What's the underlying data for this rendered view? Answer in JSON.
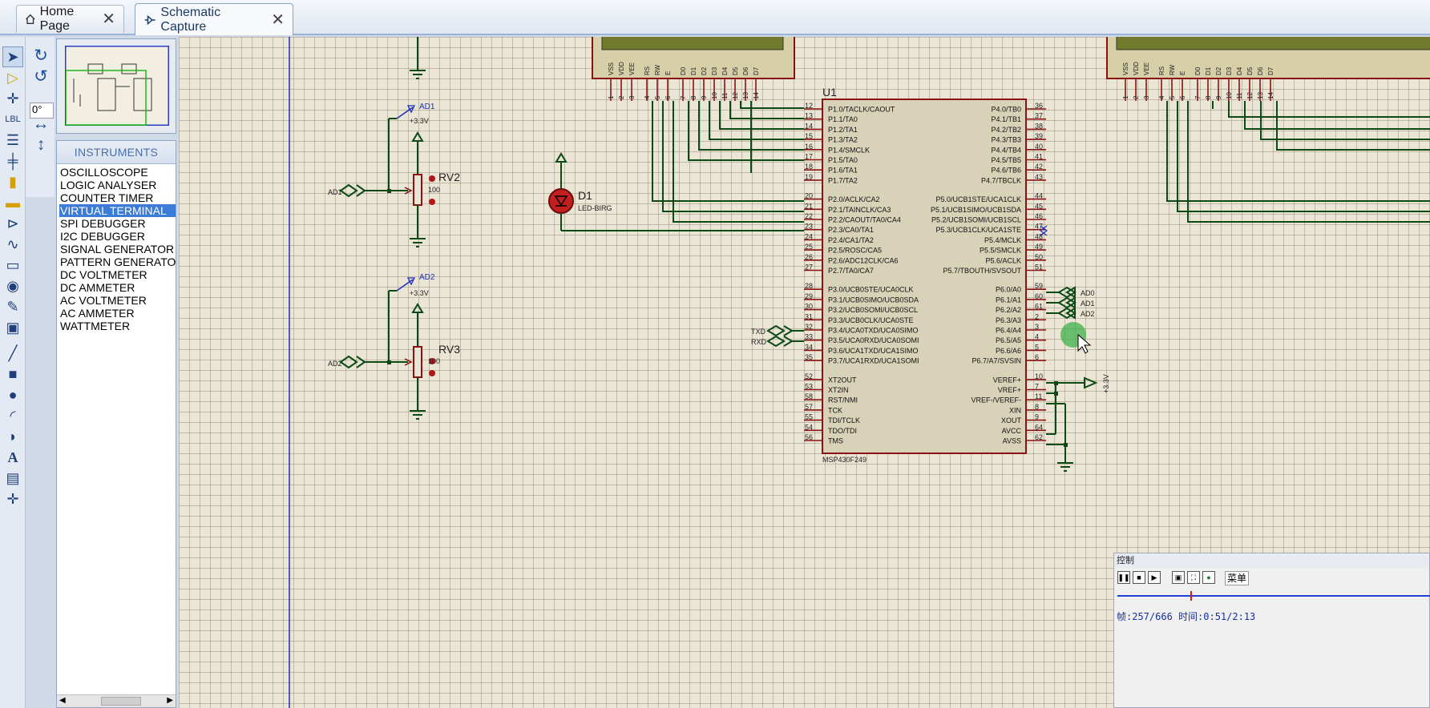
{
  "tabs": [
    {
      "label": "Home Page",
      "icon": "home-icon",
      "active": false
    },
    {
      "label": "Schematic Capture",
      "icon": "schematic-icon",
      "active": true
    }
  ],
  "toolbar": {
    "angle_value": "0°"
  },
  "instruments_panel": {
    "title": "INSTRUMENTS",
    "items": [
      "OSCILLOSCOPE",
      "LOGIC ANALYSER",
      "COUNTER TIMER",
      "VIRTUAL TERMINAL",
      "SPI DEBUGGER",
      "I2C DEBUGGER",
      "SIGNAL GENERATOR",
      "PATTERN GENERATO",
      "DC VOLTMETER",
      "DC AMMETER",
      "AC VOLTMETER",
      "AC AMMETER",
      "WATTMETER"
    ],
    "selected": "VIRTUAL TERMINAL"
  },
  "schematic": {
    "rv2": {
      "name": "RV2",
      "value": "100",
      "terminal": "AD1",
      "probe": "AD1",
      "supply": "+3.3V"
    },
    "rv3": {
      "name": "RV3",
      "value": "100",
      "terminal": "AD2",
      "probe": "AD2",
      "supply": "+3.3V"
    },
    "d1": {
      "name": "D1",
      "part": "LED-BIRG"
    },
    "u1": {
      "ref": "U1",
      "part": "MSP430F249",
      "left_pins": [
        {
          "num": "12",
          "name": "P1.0/TACLK/CAOUT"
        },
        {
          "num": "13",
          "name": "P1.1/TA0"
        },
        {
          "num": "14",
          "name": "P1.2/TA1"
        },
        {
          "num": "15",
          "name": "P1.3/TA2"
        },
        {
          "num": "16",
          "name": "P1.4/SMCLK"
        },
        {
          "num": "17",
          "name": "P1.5/TA0"
        },
        {
          "num": "18",
          "name": "P1.6/TA1"
        },
        {
          "num": "19",
          "name": "P1.7/TA2"
        },
        {
          "num": "20",
          "name": "P2.0/ACLK/CA2"
        },
        {
          "num": "21",
          "name": "P2.1/TAINCLK/CA3"
        },
        {
          "num": "22",
          "name": "P2.2/CAOUT/TA0/CA4"
        },
        {
          "num": "23",
          "name": "P2.3/CA0/TA1"
        },
        {
          "num": "24",
          "name": "P2.4/CA1/TA2"
        },
        {
          "num": "25",
          "name": "P2.5/ROSC/CA5"
        },
        {
          "num": "26",
          "name": "P2.6/ADC12CLK/CA6"
        },
        {
          "num": "27",
          "name": "P2.7/TA0/CA7"
        },
        {
          "num": "28",
          "name": "P3.0/UCB0STE/UCA0CLK"
        },
        {
          "num": "29",
          "name": "P3.1/UCB0SIMO/UCB0SDA"
        },
        {
          "num": "30",
          "name": "P3.2/UCB0SOMI/UCB0SCL"
        },
        {
          "num": "31",
          "name": "P3.3/UCB0CLK/UCA0STE"
        },
        {
          "num": "32",
          "name": "P3.4/UCA0TXD/UCA0SIMO"
        },
        {
          "num": "33",
          "name": "P3.5/UCA0RXD/UCA0SOMI"
        },
        {
          "num": "34",
          "name": "P3.6/UCA1TXD/UCA1SIMO"
        },
        {
          "num": "35",
          "name": "P3.7/UCA1RXD/UCA1SOMI"
        },
        {
          "num": "52",
          "name": "XT2OUT"
        },
        {
          "num": "53",
          "name": "XT2IN"
        },
        {
          "num": "58",
          "name": "RST/NMI"
        },
        {
          "num": "57",
          "name": "TCK"
        },
        {
          "num": "55",
          "name": "TDI/TCLK"
        },
        {
          "num": "54",
          "name": "TDO/TDI"
        },
        {
          "num": "56",
          "name": "TMS"
        }
      ],
      "right_pins": [
        {
          "num": "36",
          "name": "P4.0/TB0"
        },
        {
          "num": "37",
          "name": "P4.1/TB1"
        },
        {
          "num": "38",
          "name": "P4.2/TB2"
        },
        {
          "num": "39",
          "name": "P4.3/TB3"
        },
        {
          "num": "40",
          "name": "P4.4/TB4"
        },
        {
          "num": "41",
          "name": "P4.5/TB5"
        },
        {
          "num": "42",
          "name": "P4.6/TB6"
        },
        {
          "num": "43",
          "name": "P4.7/TBCLK"
        },
        {
          "num": "44",
          "name": "P5.0/UCB1STE/UCA1CLK"
        },
        {
          "num": "45",
          "name": "P5.1/UCB1SIMO/UCB1SDA"
        },
        {
          "num": "46",
          "name": "P5.2/UCB1SOMI/UCB1SCL"
        },
        {
          "num": "47",
          "name": "P5.3/UCB1CLK/UCA1STE"
        },
        {
          "num": "48",
          "name": "P5.4/MCLK"
        },
        {
          "num": "49",
          "name": "P5.5/SMCLK"
        },
        {
          "num": "50",
          "name": "P5.6/ACLK"
        },
        {
          "num": "51",
          "name": "P5.7/TBOUTH/SVSOUT"
        },
        {
          "num": "59",
          "name": "P6.0/A0"
        },
        {
          "num": "60",
          "name": "P6.1/A1"
        },
        {
          "num": "61",
          "name": "P6.2/A2"
        },
        {
          "num": "2",
          "name": "P6.3/A3"
        },
        {
          "num": "3",
          "name": "P6.4/A4"
        },
        {
          "num": "4",
          "name": "P6.5/A5"
        },
        {
          "num": "5",
          "name": "P6.6/A6"
        },
        {
          "num": "6",
          "name": "P6.7/A7/SVSIN"
        },
        {
          "num": "10",
          "name": "VEREF+"
        },
        {
          "num": "7",
          "name": "VREF+"
        },
        {
          "num": "11",
          "name": "VREF-/VEREF-"
        },
        {
          "num": "8",
          "name": "XIN"
        },
        {
          "num": "9",
          "name": "XOUT"
        },
        {
          "num": "64",
          "name": "AVCC"
        },
        {
          "num": "62",
          "name": "AVSS"
        }
      ]
    },
    "lcd_pins": [
      {
        "num": "1",
        "name": "VSS"
      },
      {
        "num": "2",
        "name": "VDD"
      },
      {
        "num": "3",
        "name": "VEE"
      },
      {
        "num": "4",
        "name": "RS"
      },
      {
        "num": "5",
        "name": "RW"
      },
      {
        "num": "6",
        "name": "E"
      },
      {
        "num": "7",
        "name": "D0"
      },
      {
        "num": "8",
        "name": "D1"
      },
      {
        "num": "9",
        "name": "D2"
      },
      {
        "num": "10",
        "name": "D3"
      },
      {
        "num": "11",
        "name": "D4"
      },
      {
        "num": "12",
        "name": "D5"
      },
      {
        "num": "13",
        "name": "D6"
      },
      {
        "num": "14",
        "name": "D7"
      }
    ],
    "serial_terminals": [
      "TXD",
      "RXD"
    ],
    "adc_terminals": [
      "AD0",
      "AD1",
      "AD2"
    ],
    "vref_supply": "+3.3V"
  },
  "player_control": {
    "title": "控制",
    "menu_label": "菜单",
    "time_info": "帧:257/666 时间:0:51/2:13"
  }
}
